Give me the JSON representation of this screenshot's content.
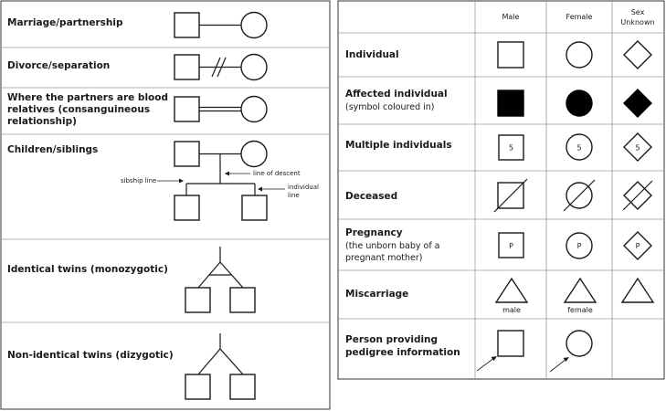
{
  "left_panel": {
    "rows": [
      {
        "label": "Marriage/partnership"
      },
      {
        "label": "Divorce/separation"
      },
      {
        "label_lines": [
          "Where the partners are blood",
          "relatives (consanguineous",
          "relationship)"
        ]
      },
      {
        "label": "Children/siblings",
        "notes": {
          "line_of_descent": "line of descent",
          "sibship_line": "sibship line",
          "individual_line": [
            "individual",
            "line"
          ]
        }
      },
      {
        "label": "Identical twins (monozygotic)"
      },
      {
        "label": "Non-identical twins (dizygotic)"
      }
    ]
  },
  "right_panel": {
    "headers": {
      "male": "Male",
      "female": "Female",
      "unknown_lines": [
        "Sex",
        "Unknown"
      ]
    },
    "rows": [
      {
        "label_lines": [
          "Individual"
        ],
        "sub_lines": []
      },
      {
        "label_lines": [
          "Affected individual"
        ],
        "sub_lines": [
          "(symbol coloured in)"
        ]
      },
      {
        "label_lines": [
          "Multiple individuals"
        ],
        "sub_lines": [],
        "inner": "5"
      },
      {
        "label_lines": [
          "Deceased"
        ],
        "sub_lines": []
      },
      {
        "label_lines": [
          "Pregnancy"
        ],
        "sub_lines": [
          "(the unborn baby of a",
          "pregnant mother)"
        ],
        "inner": "P"
      },
      {
        "label_lines": [
          "Miscarriage"
        ],
        "sub_lines": [],
        "male_caption": "male",
        "female_caption": "female"
      },
      {
        "label_lines": [
          "Person providing",
          "pedigree information"
        ],
        "sub_lines": []
      }
    ]
  }
}
